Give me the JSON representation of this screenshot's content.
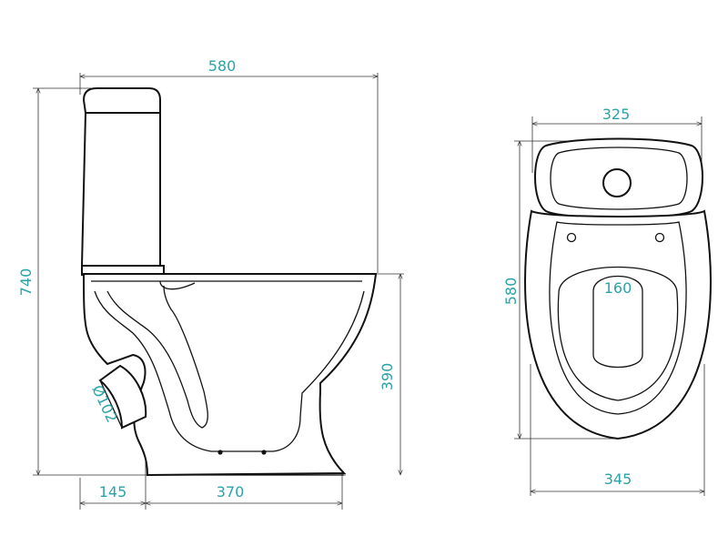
{
  "side_view": {
    "overall_width": "580",
    "overall_height": "740",
    "bowl_height": "390",
    "outlet_offset": "145",
    "base_length": "370",
    "outlet_diameter": "Ø102"
  },
  "top_view": {
    "tank_width": "325",
    "depth": "580",
    "seat_opening": "160",
    "bowl_width": "345"
  },
  "colors": {
    "dimension_text": "#2aa3a8",
    "line": "#111111"
  }
}
